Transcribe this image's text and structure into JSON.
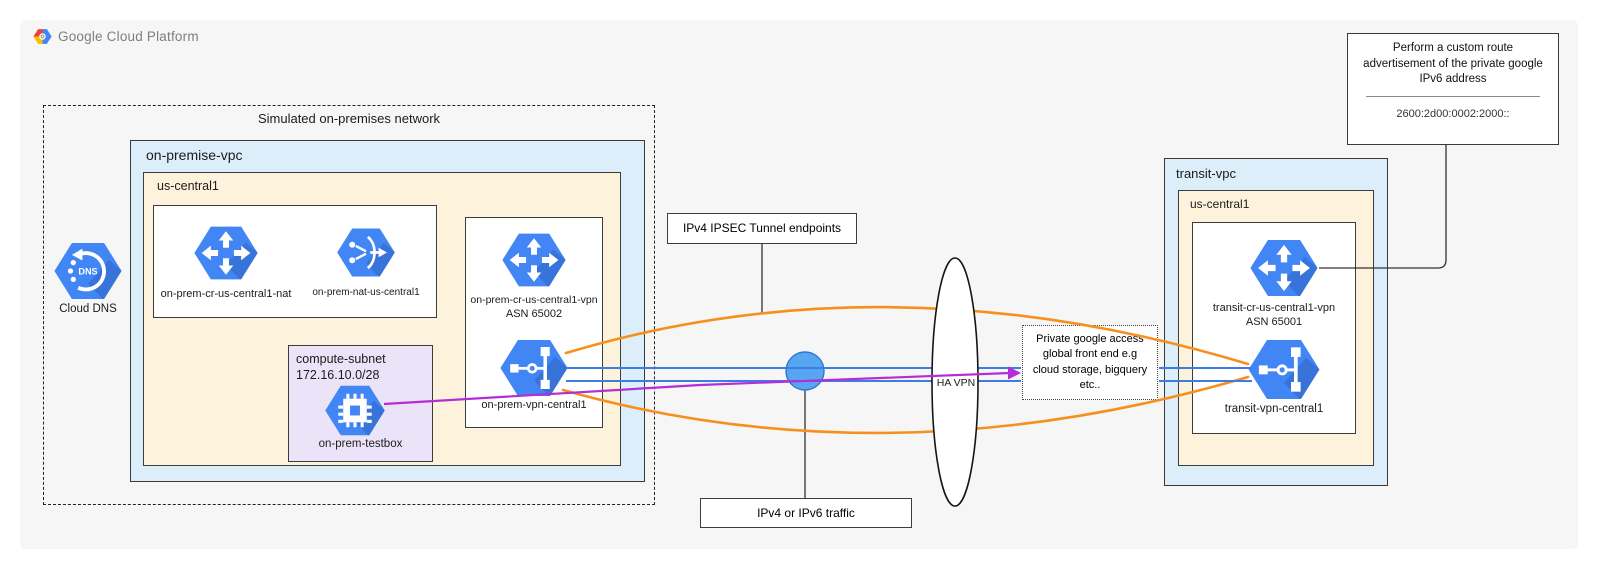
{
  "logo": {
    "text": "Google Cloud Platform"
  },
  "onprem": {
    "sim_label": "Simulated on-premises network",
    "vpc_label": "on-premise-vpc",
    "region_label": "us-central1",
    "router_nat_label": "on-prem-cr-us-central1-nat",
    "nat_label": "on-prem-nat-us-central1",
    "subnet_text": "compute-subnet\n172.16.10.0/28",
    "testbox_label": "on-prem-testbox",
    "router_vpn_label": "on-prem-cr-us-central1-vpn",
    "router_vpn_asn": "ASN 65002",
    "vpn_label": "on-prem-vpn-central1"
  },
  "dns": {
    "caption": "Cloud DNS",
    "glyph": "DNS"
  },
  "middle": {
    "ipsec_label": "IPv4 IPSEC Tunnel endpoints",
    "traffic_label": "IPv4 or IPv6 traffic",
    "havpn_label": "HA VPN",
    "pga_text": "Private google access\nglobal front end e.g\ncloud storage, bigquery\netc.."
  },
  "transit": {
    "vpc_label": "transit-vpc",
    "region_label": "us-central1",
    "router_label": "transit-cr-us-central1-vpn",
    "router_asn": "ASN 65001",
    "vpn_label": "transit-vpn-central1"
  },
  "annotation": {
    "text": "Perform a custom route\nadvertisement of the private google\nIPv6 address",
    "address": "2600:2d00:0002:2000::"
  },
  "colors": {
    "canvas": "#f6f6f6",
    "vpc_blue": "#ddeefb",
    "region_tan": "#fdf3dc",
    "subnet_purple": "#ebe3f7",
    "icon_blue": "#4285f4",
    "tunnel_orange": "#f78f1e",
    "flow_blue": "#3b7de4",
    "flow_purple": "#b52dd6",
    "node_fill": "#58a6f1"
  }
}
